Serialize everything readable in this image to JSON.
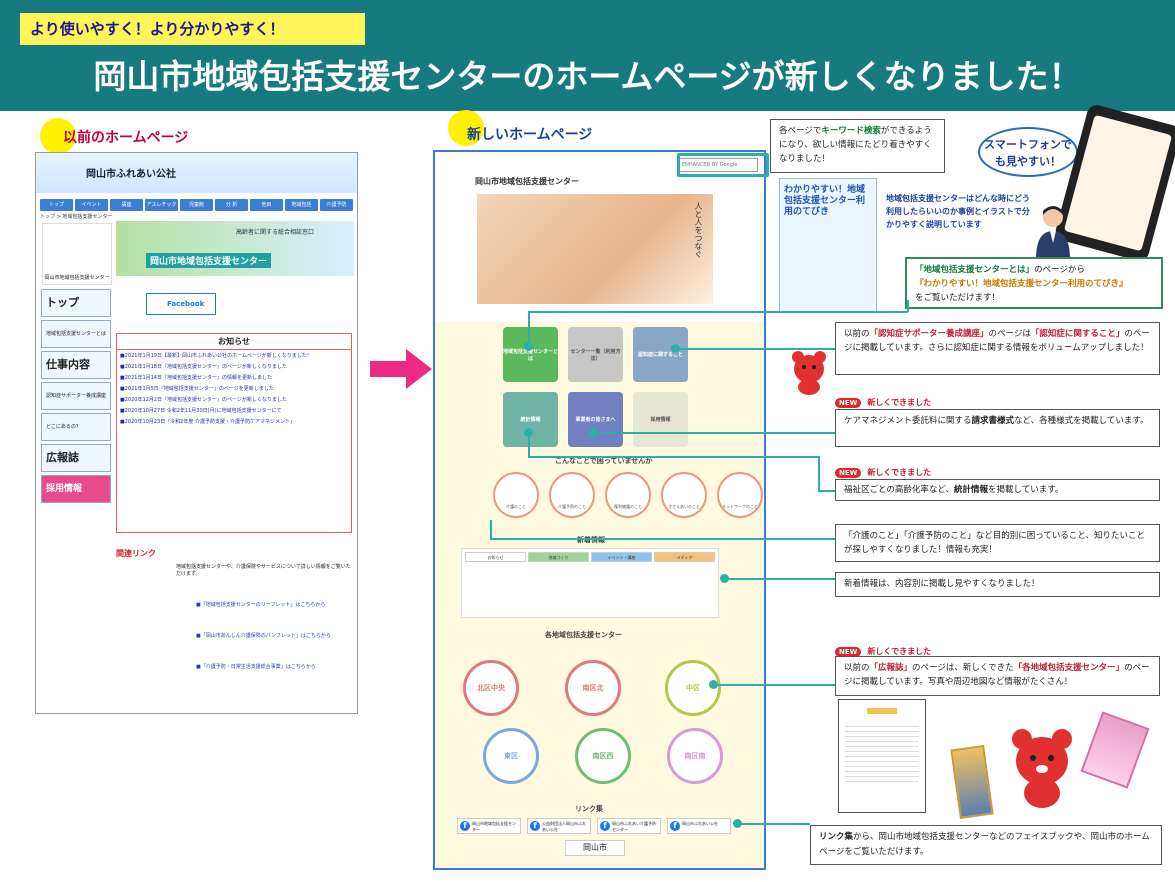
{
  "header": {
    "tagline": "より使いやすく！より分かりやすく！",
    "title": "岡山市地域包括支援センターのホームページが新しくなりました！"
  },
  "labels": {
    "old": "以前のホームページ",
    "new": "新しいホームページ"
  },
  "old_site": {
    "org": "岡山市ふれあい公社",
    "nav": [
      "トップ",
      "イベント",
      "講座",
      "アスレチック",
      "児童館",
      "分 析",
      "他目",
      "地域包括",
      "介護予防"
    ],
    "breadcrumb": "トップ > 地域包括支援センター",
    "logo_caption": "岡山市地域包括支援センター",
    "banner_title": "岡山市地域包括支援センター",
    "banner_sub": "高齢者に関する総合相談窓口",
    "side": [
      {
        "label": "トップ",
        "big": true
      },
      {
        "label": "地域包括支援センターとは",
        "big": false
      },
      {
        "label": "仕事内容",
        "big": true
      },
      {
        "label": "認知症サポーター養成講座",
        "big": false
      },
      {
        "label": "どこにあるの？",
        "big": false
      },
      {
        "label": "広報誌",
        "big": true
      },
      {
        "label": "採用情報",
        "big": false,
        "recruit": true
      }
    ],
    "facebook": "Facebook",
    "news_title": "お知らせ",
    "news": [
      "■2021年1月19日【最新】岡山市ふれあい公社のホームページが新しくなりました！",
      "■2021年1月18日『地域包括支援センター』のページが新しくなりました",
      "■2021年1月14日『地域包括支援センター』の情報を更新しました",
      "■2021年1月5日『地域包括支援センター』のページを更新しました",
      "■2020年12月2日『地域包括支援センター』のページが新しくなりました",
      "■2020年10月27日 令和2年11月30日(月)に地域包括支援センターにて",
      "■2020年10月23日『令和2年度 介護予防支援・介護予防ケアマネジメント』"
    ],
    "links_title": "関連リンク",
    "links_intro": "地域包括支援センターや、介護保険やサービスについて詳しい情報をご覧いただけます。",
    "links": [
      "■「地域包括支援センターのリーフレット」はこちらから",
      "■「岡山市あんしん介護保険のパンフレット」はこちらから",
      "■「介護予防・日常生活支援総合事業」はこちらから"
    ]
  },
  "new_site": {
    "logo": "岡山市地域包括支援センター",
    "search_placeholder": "ENHANCED BY Google",
    "hero_text": "人と人をつなぐ",
    "tiles": [
      {
        "label": "地域包括支援センターとは",
        "color": "#5cb85c"
      },
      {
        "label": "センター一覧（利用方法）",
        "color": "#c7c7c7"
      },
      {
        "label": "認知症に関すること",
        "color": "#8aa6c9"
      },
      {
        "label": "統計情報",
        "color": "#6fb3a5"
      },
      {
        "label": "事業者の皆さまへ",
        "color": "#7080c0"
      },
      {
        "label": "採用情報",
        "color": "#e6e6d0"
      }
    ],
    "question_title": "こんなことで困っていませんか",
    "questions": [
      "介護のこと",
      "介護予防のこと",
      "権利擁護のこと",
      "ささえあいのこと",
      "ネットワークのこと"
    ],
    "news_title": "新着情報",
    "news_tabs": [
      {
        "label": "お知らせ",
        "color": "#fff"
      },
      {
        "label": "地域づくり",
        "color": "#9ad69a"
      },
      {
        "label": "イベント・講座",
        "color": "#8cc4f0"
      },
      {
        "label": "メディア",
        "color": "#f4c07a"
      }
    ],
    "areas_title": "各地域包括支援センター",
    "areas": [
      {
        "label": "北区中央",
        "color": "#e07a7a"
      },
      {
        "label": "南区北",
        "color": "#e07a7a"
      },
      {
        "label": "中区",
        "color": "#b3c94a"
      },
      {
        "label": "東区",
        "color": "#7aa7e0"
      },
      {
        "label": "南区西",
        "color": "#6cbf6c"
      },
      {
        "label": "南区南",
        "color": "#d79ad9"
      }
    ],
    "links_title": "リンク集",
    "fb": [
      "岡山市地域包括支援センター",
      "公益財団法人岡山市ふれあい公社",
      "岡山市ふれあい介護予防センター",
      "岡山市ふれあい公社"
    ],
    "city": "岡山市"
  },
  "callouts": {
    "keyword": {
      "pre": "各ページで",
      "hl": "キーワード検索",
      "post": "ができるようになり、欲しい情報にたどり着きやすくなりました！"
    },
    "phone": "スマートフォンでも見やすい！",
    "book_title": "わかりやすい！地域包括支援センター利用のてびき",
    "book_desc": "地域包括支援センターはどんな時にどう利用したらいいのか事例とイラストで分かりやすく説明しています",
    "tebiki": {
      "hl1": "「地域包括支援センターとは」",
      "mid": "のページから",
      "hl2": "『わかりやすい！地域包括支援センター利用のてびき』",
      "post": "をご覧いただけます！"
    },
    "dementia": {
      "pre": "以前の",
      "hl1": "「認知症サポーター養成講座」",
      "mid": "のページは",
      "hl2": "「認知症に関すること」",
      "post": "のページに掲載しています。さらに認知症に関する情報をボリュームアップしました！"
    },
    "new_badge": "NEW",
    "new_text": "新しくできました",
    "forms": {
      "pre": "ケアマネジメント委託料に関する",
      "hl": "請求書様式",
      "post": "など、各種様式を掲載しています。"
    },
    "stats": {
      "pre": "福祉区ごとの高齢化率など、",
      "hl": "統計情報",
      "post": "を掲載しています。"
    },
    "purpose": "「介護のこと」「介護予防のこと」など目的別に困っていること、知りたいことが探しやすくなりました！情報も充実！",
    "news": "新着情報は、内容別に掲載し見やすくなりました！",
    "pr": {
      "pre": "以前の",
      "hl1": "「広報誌」",
      "mid": "のページは、新しくできた",
      "hl2": "「各地域包括支援センター」",
      "post": "のページに掲載しています。写真や周辺地図など情報がたくさん！"
    },
    "links": {
      "hl": "リンク集",
      "post": "から、岡山市地域包括支援センターなどのフェイスブックや、岡山市のホームページをご覧いただけます。"
    }
  }
}
